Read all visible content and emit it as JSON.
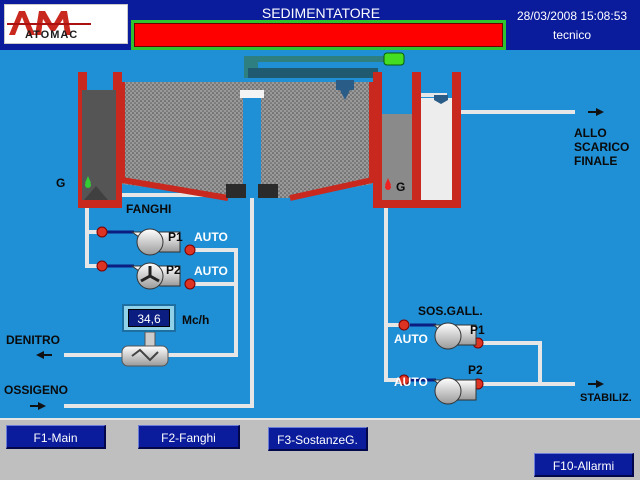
{
  "header": {
    "logo": {
      "brand_letters": "AM",
      "brand_name": "ATOMAC"
    },
    "title": "SEDIMENTATORE",
    "datetime": "28/03/2008 15:08:53",
    "user": "tecnico"
  },
  "plant": {
    "level_left_label": "G",
    "level_right_label": "G",
    "sludge_label": "FANGHI",
    "sludge_pumps": [
      {
        "name": "P1",
        "mode": "AUTO"
      },
      {
        "name": "P2",
        "mode": "AUTO"
      }
    ],
    "flow_meter": {
      "value": "34,6",
      "unit": "Mc/h"
    },
    "denitro_label": "DENITRO",
    "oxygen_label": "OSSIGENO",
    "outlet_label": "ALLO\nSCARICO\nFINALE",
    "scum_group_label": "SOS.GALL.",
    "scum_pumps": [
      {
        "name": "P1",
        "mode": "AUTO"
      },
      {
        "name": "P2",
        "mode": "AUTO"
      }
    ],
    "stabilizer_label": "STABILIZ."
  },
  "footer": {
    "keys": {
      "main": "F1-Main",
      "fanghi": "F2-Fanghi",
      "sostanze": "F3-SostanzeG.",
      "allarmi": "F10-Allarmi"
    }
  },
  "colors": {
    "background": "#1f8fd6",
    "header": "#0a1c9c",
    "alarm": "#ff0000",
    "tank_wall": "#c8281e",
    "pipe": "#e8e8e8"
  }
}
